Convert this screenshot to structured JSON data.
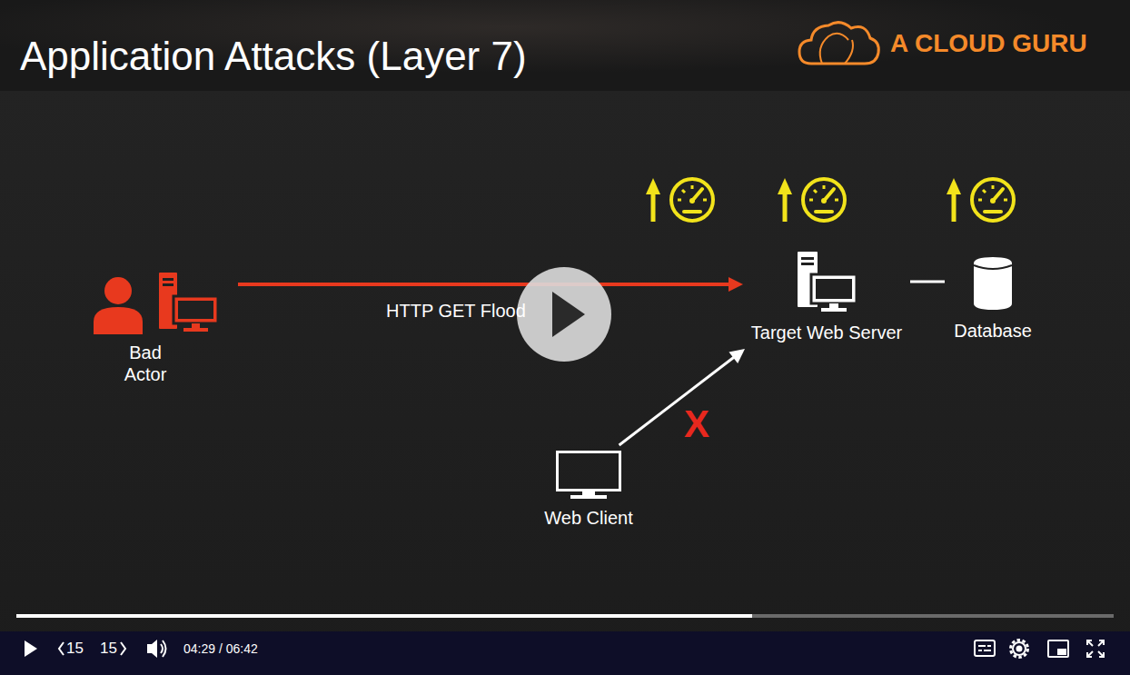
{
  "diagram": {
    "title": "Application Attacks (Layer 7)",
    "nodes": [
      {
        "text": [
          "Bad Actor"
        ]
      },
      {
        "text": [
          "Target Web Server"
        ]
      },
      {
        "text": [
          "Database"
        ]
      },
      {
        "text": [
          "Web Client"
        ]
      }
    ],
    "edges": [
      {
        "from": 0,
        "to": 1,
        "label": "HTTP GET Flood",
        "arrow": "to"
      },
      {
        "from": 3,
        "to": 1,
        "arrow": "to"
      },
      {
        "from": 1,
        "to": 2,
        "arrow": "none"
      }
    ],
    "labels": [
      "A CLOUD GURU",
      "X",
      "15",
      "15",
      "04:29 / 06:42"
    ]
  }
}
